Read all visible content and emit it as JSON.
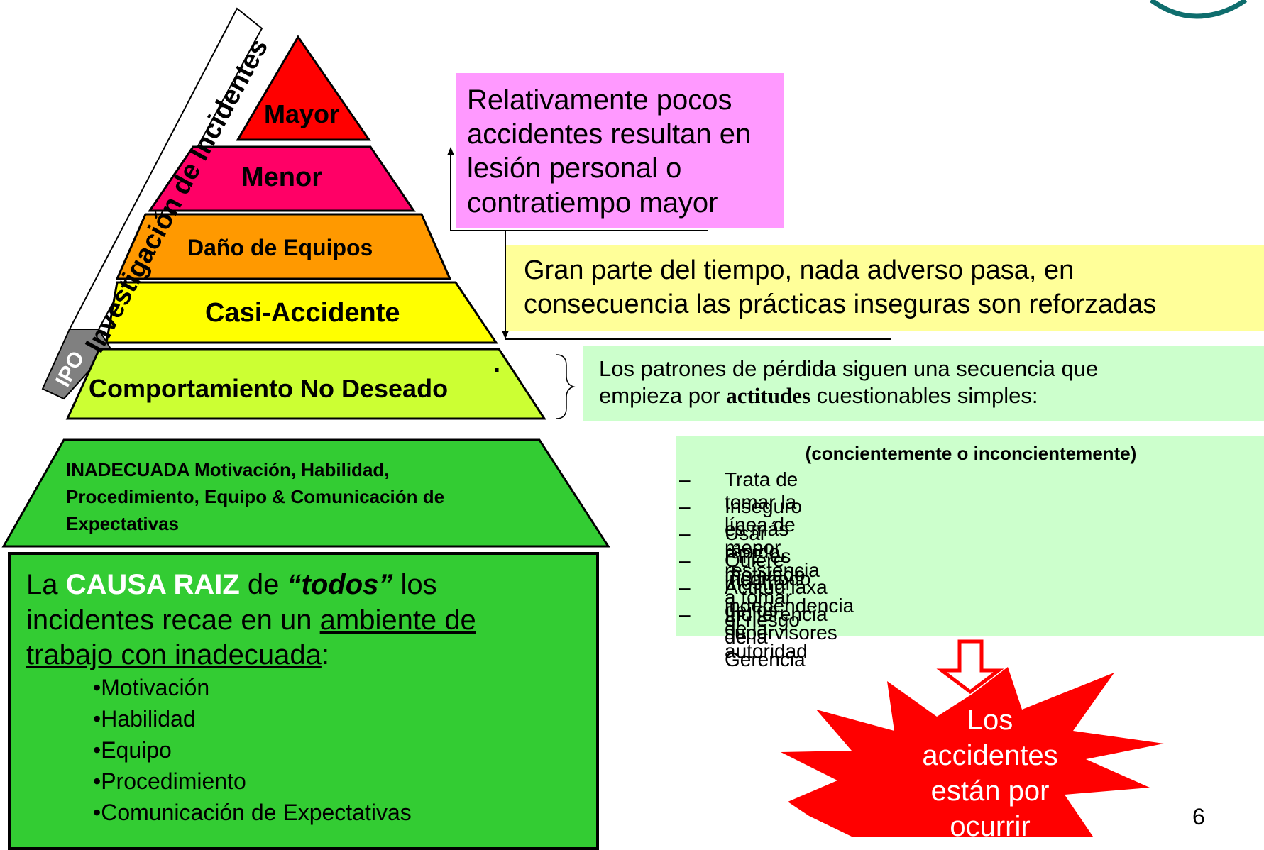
{
  "pyramid": {
    "layers": [
      {
        "label": "Mayor",
        "color": "#ff0000"
      },
      {
        "label": "Menor",
        "color": "#ff0066"
      },
      {
        "label": "Daño de Equipos",
        "color": "#ff9900"
      },
      {
        "label": "Casi-Accidente",
        "color": "#ffff00"
      },
      {
        "label": "Comportamiento No Deseado",
        "color": "#ccff33"
      }
    ],
    "dot": ".",
    "side_label": "Investigación de Incidentes",
    "ipo_label": "IPO"
  },
  "base_trapezoid": {
    "lines": [
      "INADECUADA Motivación, Habilidad,",
      "Procedimiento, Equipo & Comunicación de",
      "Expectativas"
    ],
    "color": "#33cc33"
  },
  "root_cause": {
    "line1": {
      "pre": "La ",
      "bold": "CAUSA RAIZ",
      "mid": " de ",
      "italic": "“todos”",
      "post": " los"
    },
    "line2": {
      "pre": "incidentes recae en un ",
      "underlined": "ambiente de"
    },
    "line3": {
      "underlined": "trabajo con inadecuada",
      "post": ":"
    },
    "bullets": [
      "•Motivación",
      "•Habilidad",
      "•Equipo",
      "•Procedimiento",
      "•Comunicación de Expectativas"
    ]
  },
  "pink_note": {
    "lines": [
      "Relativamente pocos",
      "accidentes resultan en",
      "lesión personal o",
      "contratiempo mayor"
    ]
  },
  "yellow_note": {
    "lines": [
      "Gran parte del tiempo, nada adverso pasa, en",
      "consecuencia las prácticas inseguras son reforzadas"
    ]
  },
  "green_note": {
    "line1": "Los patrones de pérdida siguen una secuencia que",
    "line2_pre": "empieza por ",
    "line2_bold": "actitudes",
    "line2_post": " cuestionables simples:"
  },
  "attitudes": {
    "header": "(concientemente o inconcientemente)",
    "dash": "–",
    "items": [
      "Trata de tomar la línea de menor resistencia",
      "Inseguro es más rápido, motivado a tomar el riesgo",
      "Usar PPE es incomodo",
      "Quiere mostrar independencia de la autoridad",
      "Actitud laxa de los supervisores",
      "Indiferencia de la Gerencia"
    ]
  },
  "burst": {
    "lines": [
      "Los",
      "accidentes",
      "están por",
      "ocurrir"
    ],
    "color": "#ff0000"
  },
  "page_number": "6"
}
